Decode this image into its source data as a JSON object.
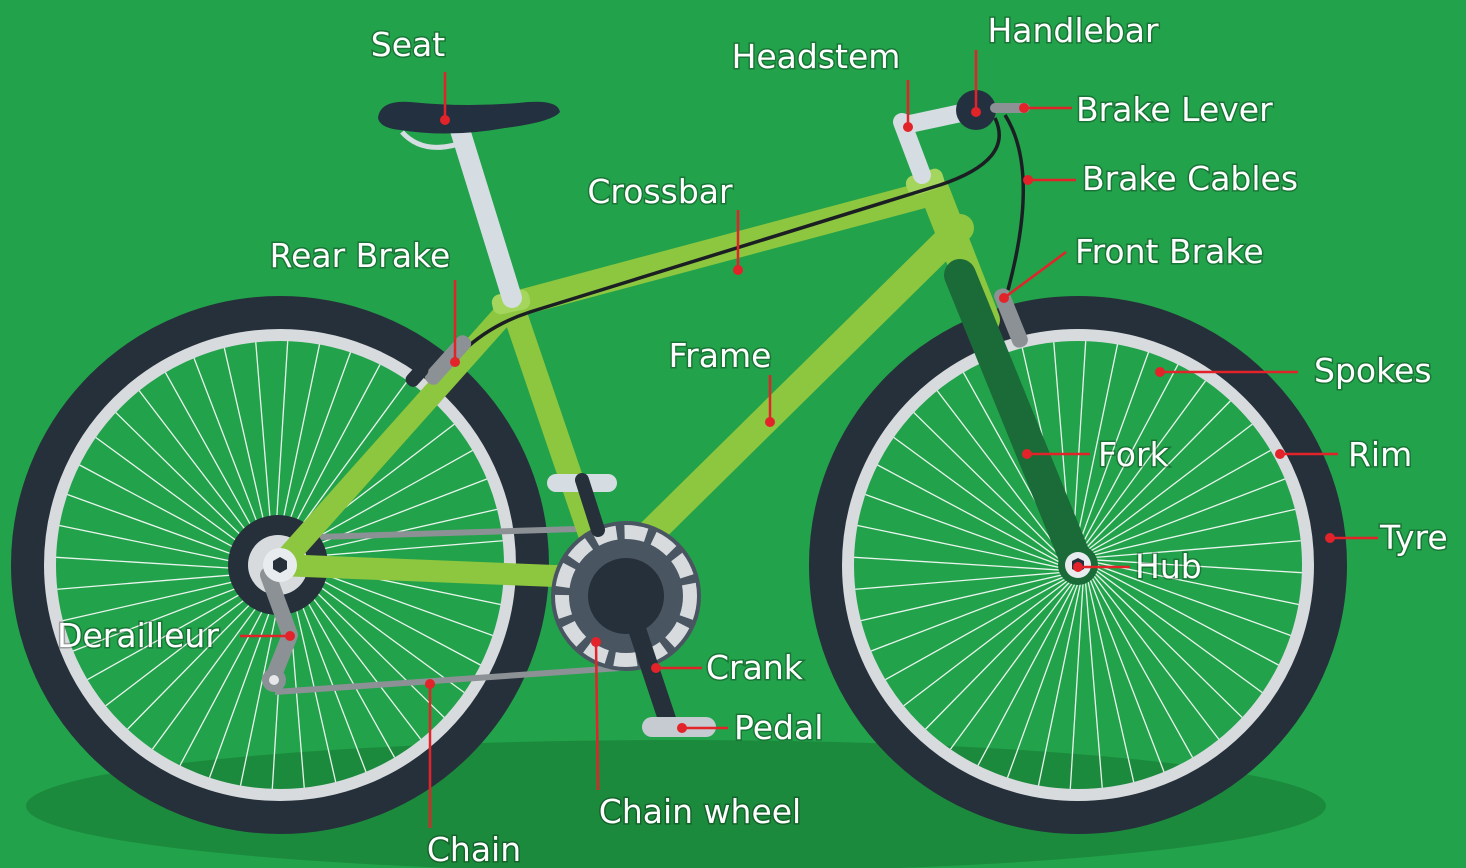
{
  "labels": {
    "seat": "Seat",
    "headstem": "Headstem",
    "handlebar": "Handlebar",
    "brake_lever": "Brake Lever",
    "brake_cables": "Brake Cables",
    "crossbar": "Crossbar",
    "rear_brake": "Rear Brake",
    "front_brake": "Front Brake",
    "frame": "Frame",
    "spokes": "Spokes",
    "fork": "Fork",
    "rim": "Rim",
    "tyre": "Tyre",
    "hub": "Hub",
    "derailleur": "Derailleur",
    "crank": "Crank",
    "pedal": "Pedal",
    "chain_wheel": "Chain wheel",
    "chain": "Chain"
  },
  "colors": {
    "background": "#22a24a",
    "ground_shadow": "#1c8a3c",
    "frame": "#8dc63f",
    "fork": "#1a6b38",
    "tyre": "#26303a",
    "rim": "#d7dbde",
    "spokes": "#ffffff",
    "leader": "#e2232a",
    "seat": "#22303f",
    "seatpost": "#d5dde3",
    "chain": "#8c9196"
  }
}
